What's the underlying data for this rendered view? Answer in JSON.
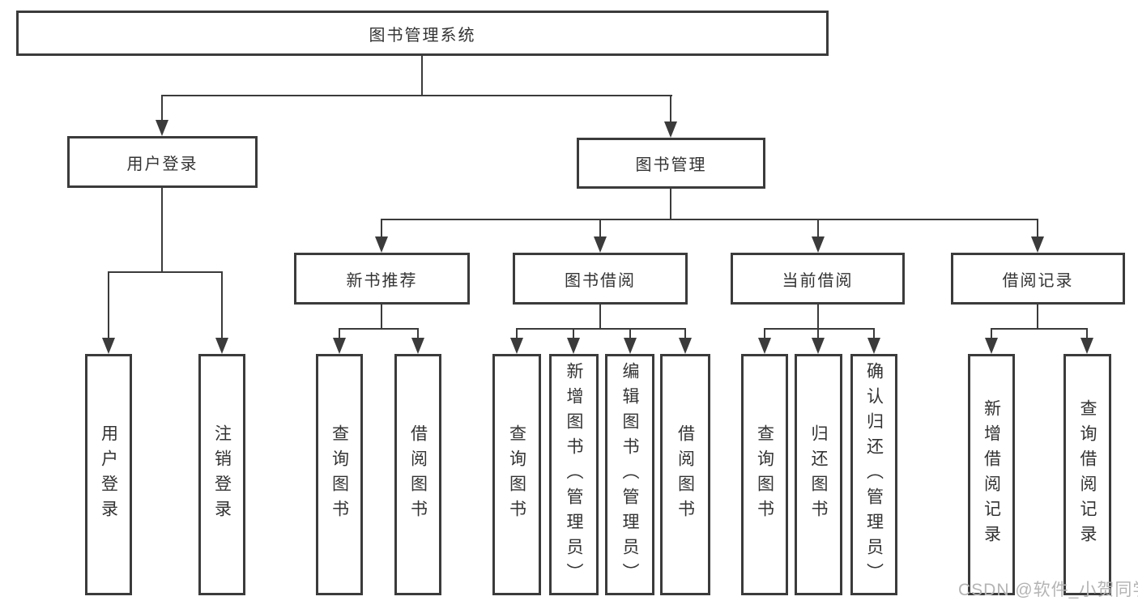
{
  "diagram": {
    "root": "图书管理系统",
    "level2": [
      "用户登录",
      "图书管理"
    ],
    "level3": [
      "新书推荐",
      "图书借阅",
      "当前借阅",
      "借阅记录"
    ],
    "leaves": {
      "login": [
        "用户登录",
        "注销登录"
      ],
      "new_books": [
        "查询图书",
        "借阅图书"
      ],
      "book_borrow": [
        "查询图书",
        "新增图书（管理员）",
        "编辑图书（管理员）",
        "借阅图书"
      ],
      "current_borrow": [
        "查询图书",
        "归还图书",
        "确认归还（管理员）"
      ],
      "borrow_records": [
        "新增借阅记录",
        "查询借阅记录"
      ]
    }
  },
  "watermark": "CSDN @软件_小贺同学",
  "colors": {
    "line": "#3b3b3b",
    "text": "#333333",
    "watermark": "#b4b4b4",
    "background": "#ffffff"
  }
}
